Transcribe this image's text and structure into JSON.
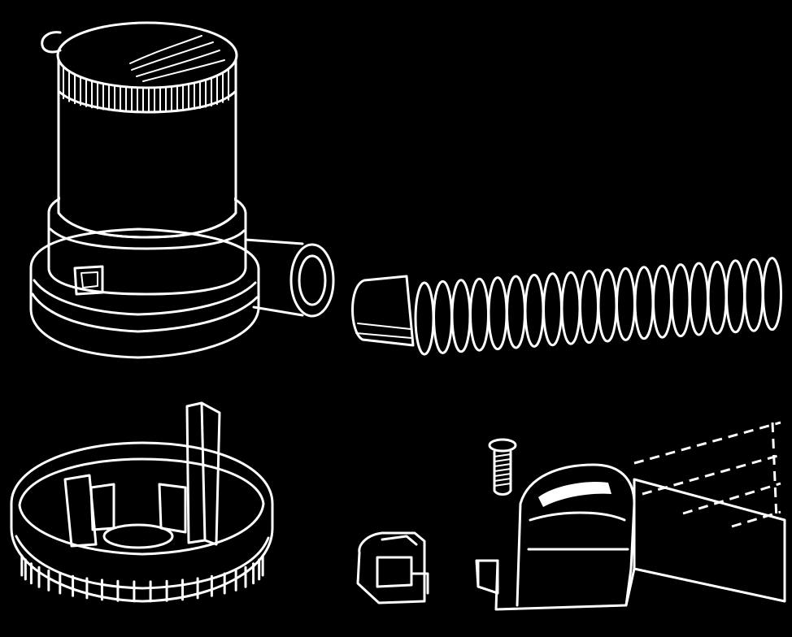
{
  "diagram": {
    "background_color": "#000000",
    "line_color": "#ffffff",
    "parts": [
      {
        "id": "pump-motor",
        "icon": "bilge-pump-icon"
      },
      {
        "id": "discharge-hose",
        "icon": "corrugated-hose-icon"
      },
      {
        "id": "strainer-base",
        "icon": "strainer-base-icon"
      },
      {
        "id": "mounting-screw",
        "icon": "screw-icon"
      },
      {
        "id": "mounting-clip",
        "icon": "clip-icon"
      },
      {
        "id": "float-switch",
        "icon": "float-switch-icon"
      }
    ]
  }
}
